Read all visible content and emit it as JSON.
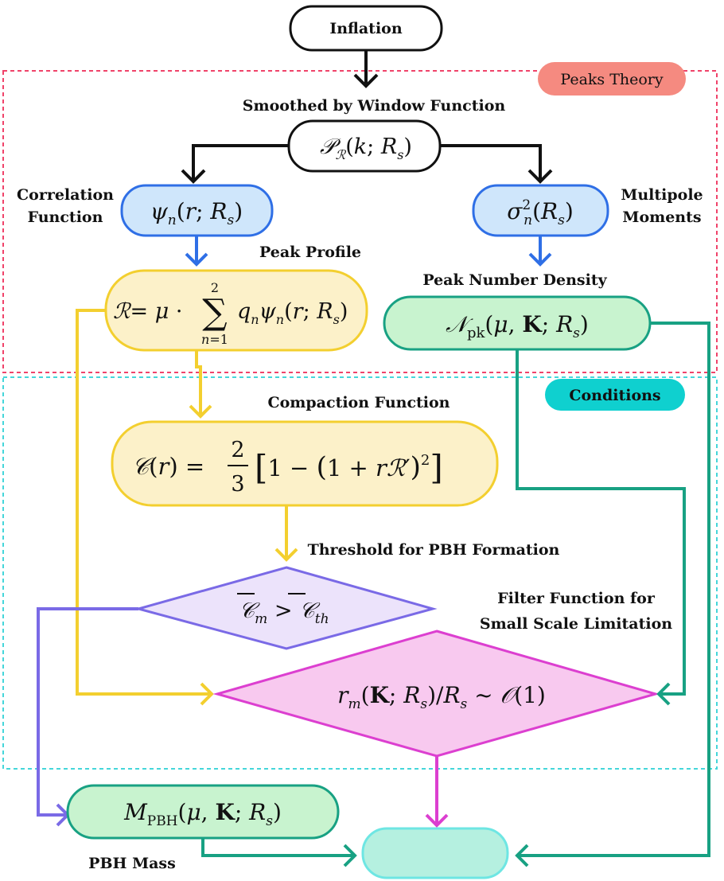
{
  "regions": {
    "peaks_theory": "Peaks Theory",
    "conditions": "Conditions"
  },
  "nodes": {
    "inflation": "Inflation",
    "smoothed_label": "Smoothed by  Window Function",
    "correlation_label_1": "Correlation",
    "correlation_label_2": "Function",
    "multipole_label_1": "Multipole",
    "multipole_label_2": "Moments",
    "peak_profile_label": "Peak Profile",
    "peak_number_label": "Peak Number Density",
    "compaction_label": "Compaction Function",
    "threshold_label": "Threshold for PBH Formation",
    "filter_label_1": "Filter Function for",
    "filter_label_2": "Small Scale Limitation",
    "pbh_mass_label": "PBH Mass"
  },
  "colors": {
    "black": "#111111",
    "blue": "#2f6fe6",
    "blue_fill": "#cfe6fb",
    "yellow": "#f3cf2f",
    "yellow_fill": "#fcf1c9",
    "teal": "#18a183",
    "teal_fill": "#c8f3cf",
    "purple": "#7a6ae6",
    "purple_fill": "#ece3fb",
    "magenta": "#dc3fd0",
    "magenta_fill": "#f8c9ef",
    "cyan_box": "#6ee6e3",
    "cyan_fill": "#b5f0e0",
    "peaks_border": "#f0436a",
    "peaks_badge": "#f58a80",
    "conditions_border": "#45d6da",
    "conditions_badge": "#0fd0cf"
  }
}
